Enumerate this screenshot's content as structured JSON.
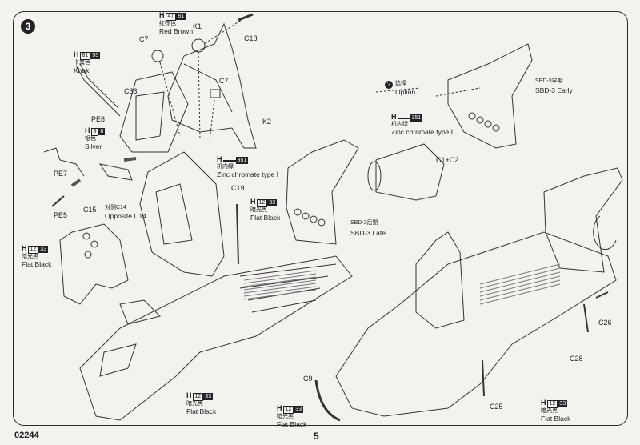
{
  "step": {
    "number": "3"
  },
  "option": {
    "icon": "?",
    "cn": "选择",
    "en": "Option"
  },
  "parts": {
    "K1": "K1",
    "C7a": "C7",
    "C7b": "C7",
    "C18": "C18",
    "C33": "C33",
    "K2": "K2",
    "PE8": "PE8",
    "PE7": "PE7",
    "PE5": "PE5",
    "C19": "C19",
    "C15": "C15",
    "C1C2": "C1+C2",
    "C9": "C9",
    "C25": "C25",
    "C26": "C26",
    "C28": "C28"
  },
  "colors": {
    "h47": {
      "h": "H",
      "num": "47",
      "code": "81",
      "cn": "红棕色",
      "en": "Red Brown"
    },
    "h81": {
      "h": "H",
      "num": "81",
      "code": "55",
      "cn": "卡其色",
      "en": "Khaki"
    },
    "h8": {
      "h": "H",
      "num": "8",
      "code": "8",
      "cn": "银色",
      "en": "Silver"
    },
    "h351a": {
      "h": "H",
      "num": "",
      "code": "351",
      "cn": "机内绿",
      "en": "Zinc chromate type Ⅰ"
    },
    "h351b": {
      "h": "H",
      "num": "",
      "code": "351",
      "cn": "机内绿",
      "en": "Zinc chromate type Ⅰ"
    },
    "h12a": {
      "h": "H",
      "num": "12",
      "code": "33",
      "cn": "暗光黑",
      "en": "Flat Black"
    },
    "h12b": {
      "h": "H",
      "num": "12",
      "code": "33",
      "cn": "暗光黑",
      "en": "Flat Black"
    },
    "h12c": {
      "h": "H",
      "num": "12",
      "code": "33",
      "cn": "暗光黑",
      "en": "Flat Black"
    },
    "h12d": {
      "h": "H",
      "num": "12",
      "code": "33",
      "cn": "暗光黑",
      "en": "Flat Black"
    },
    "h12e": {
      "h": "H",
      "num": "12",
      "code": "33",
      "cn": "暗光黑",
      "en": "Flat Black"
    }
  },
  "notes": {
    "opposite": {
      "cn": "对侧C14",
      "en": "Opposite C14"
    },
    "early": {
      "cn": "SBD-3早期",
      "en": "SBD-3 Early"
    },
    "late": {
      "cn": "SBD-3后期",
      "en": "SBD-3 Late"
    }
  },
  "footer": {
    "code": "02244",
    "page": "5"
  }
}
